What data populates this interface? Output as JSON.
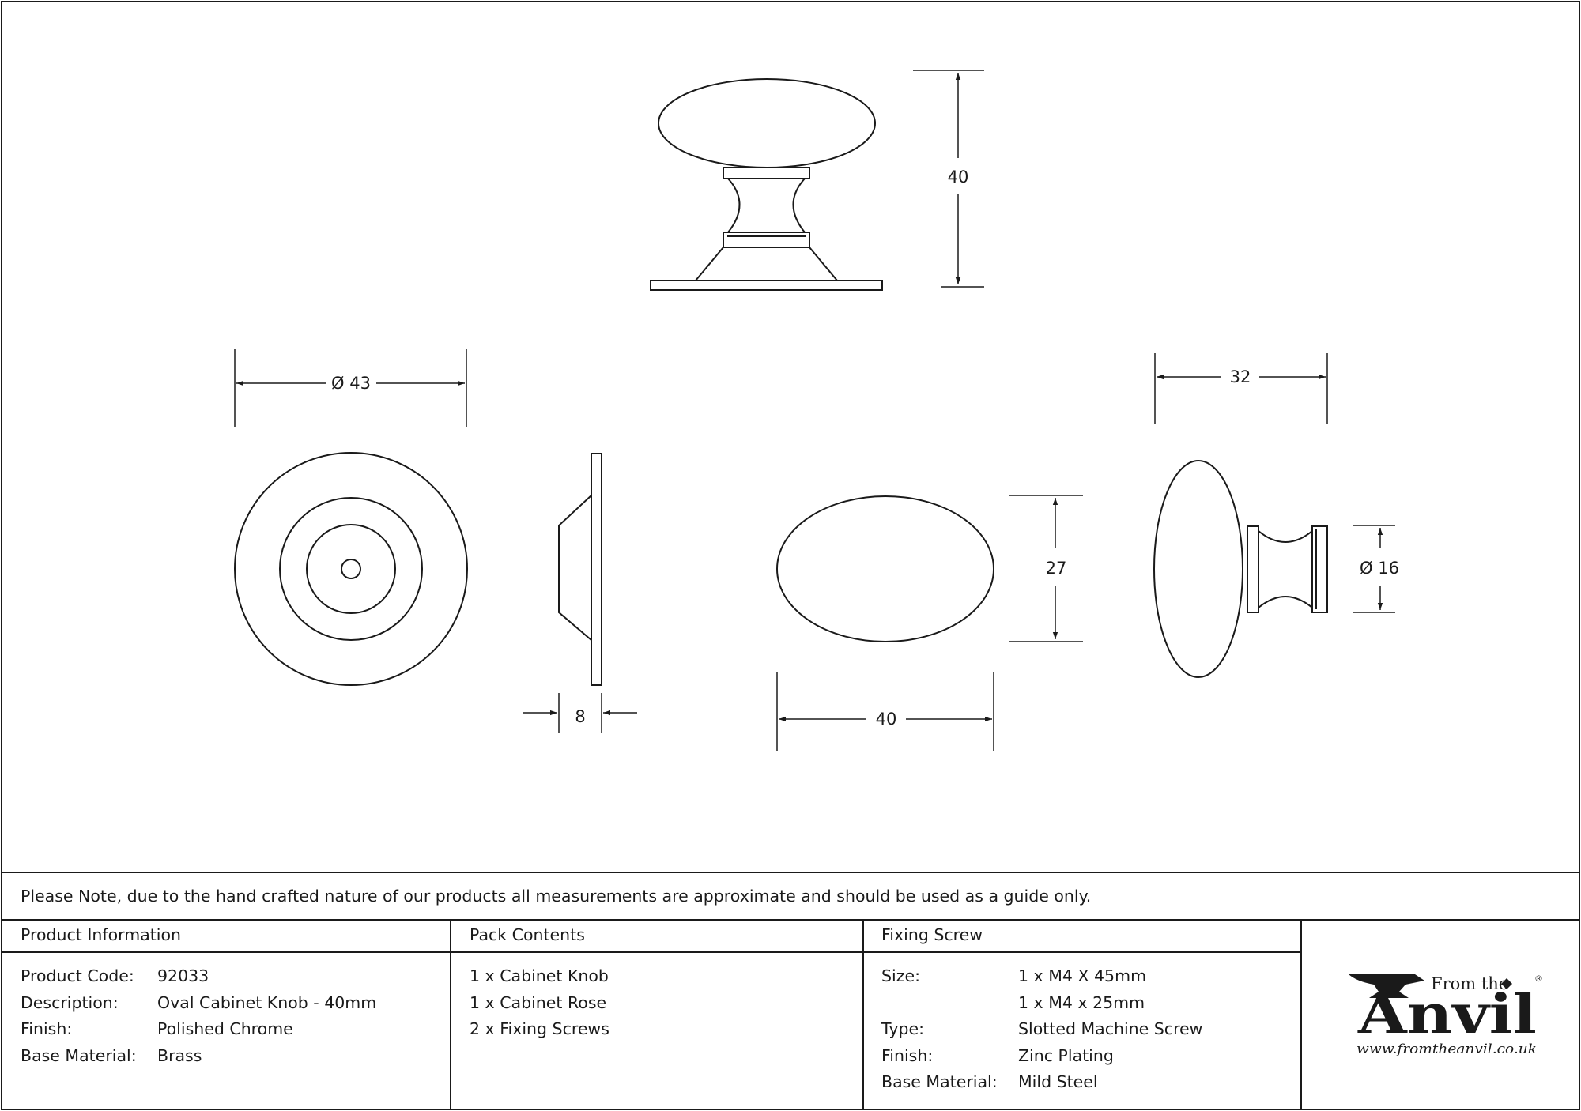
{
  "drawing": {
    "dimensions": {
      "front_height": "40",
      "rose_diameter": "Ø 43",
      "rose_depth": "8",
      "knob_length": "40",
      "knob_width": "27",
      "side_depth": "32",
      "neck_diameter": "Ø 16"
    }
  },
  "note": "Please Note, due to the hand crafted nature of our products all measurements are approximate and should be used as a guide only.",
  "product_info": {
    "heading": "Product Information",
    "rows": [
      {
        "label": "Product Code:",
        "value": "92033"
      },
      {
        "label": "Description:",
        "value": "Oval Cabinet Knob - 40mm"
      },
      {
        "label": "Finish:",
        "value": "Polished Chrome"
      },
      {
        "label": "Base Material:",
        "value": "Brass"
      }
    ]
  },
  "pack_contents": {
    "heading": "Pack Contents",
    "items": [
      "1 x Cabinet Knob",
      "1 x Cabinet Rose",
      "2 x Fixing Screws"
    ]
  },
  "fixing_screw": {
    "heading": "Fixing Screw",
    "rows": [
      {
        "label": "Size:",
        "value": "1 x M4 X 45mm"
      },
      {
        "label": "",
        "value": "1 x M4 x 25mm"
      },
      {
        "label": "Type:",
        "value": "Slotted Machine Screw"
      },
      {
        "label": "Finish:",
        "value": "Zinc Plating"
      },
      {
        "label": "Base Material:",
        "value": "Mild Steel"
      }
    ]
  },
  "brand": {
    "from_the": "From the",
    "name": "Anvil",
    "registered": "®",
    "url": "www.fromtheanvil.co.uk"
  }
}
